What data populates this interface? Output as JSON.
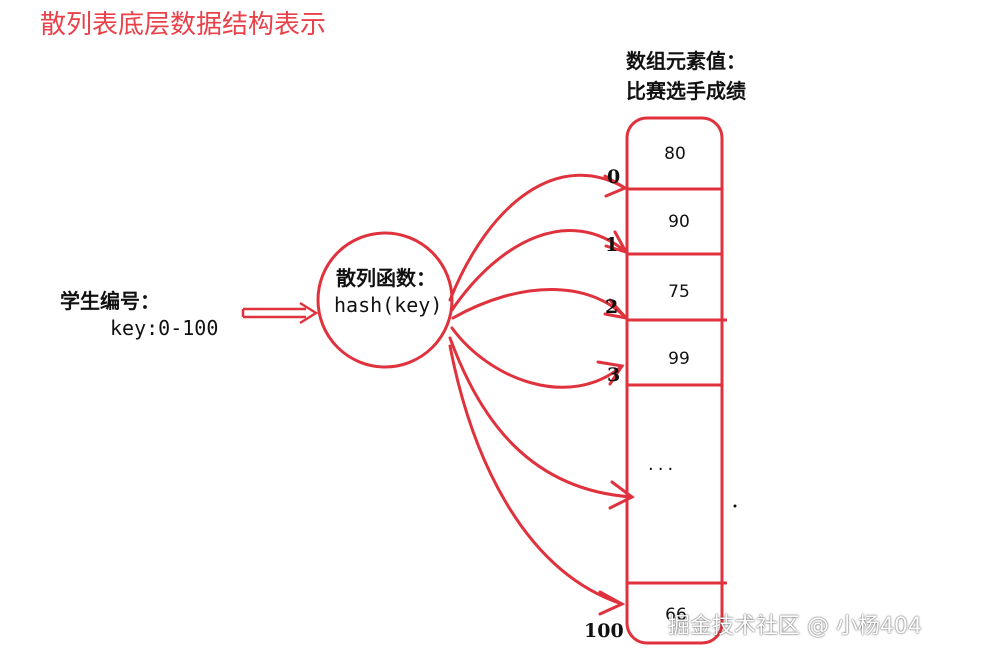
{
  "title": "散列表底层数据结构表示",
  "array_header": {
    "line1": "数组元素值：",
    "line2": "比赛选手成绩"
  },
  "input": {
    "label": "学生编号：",
    "range": "key:0-100"
  },
  "hash_function": {
    "label": "散列函数：",
    "expr": "hash(key)"
  },
  "cells": [
    {
      "index": "0",
      "value": "80"
    },
    {
      "index": "1",
      "value": "90"
    },
    {
      "index": "2",
      "value": "75"
    },
    {
      "index": "3",
      "value": "99"
    },
    {
      "index": "",
      "value": "..."
    },
    {
      "index": "100",
      "value": "66"
    }
  ],
  "watermark": "掘金技术社区 @ 小杨404",
  "colors": {
    "accent": "#e8414a",
    "stroke": "#e0323c",
    "text": "#111111"
  }
}
